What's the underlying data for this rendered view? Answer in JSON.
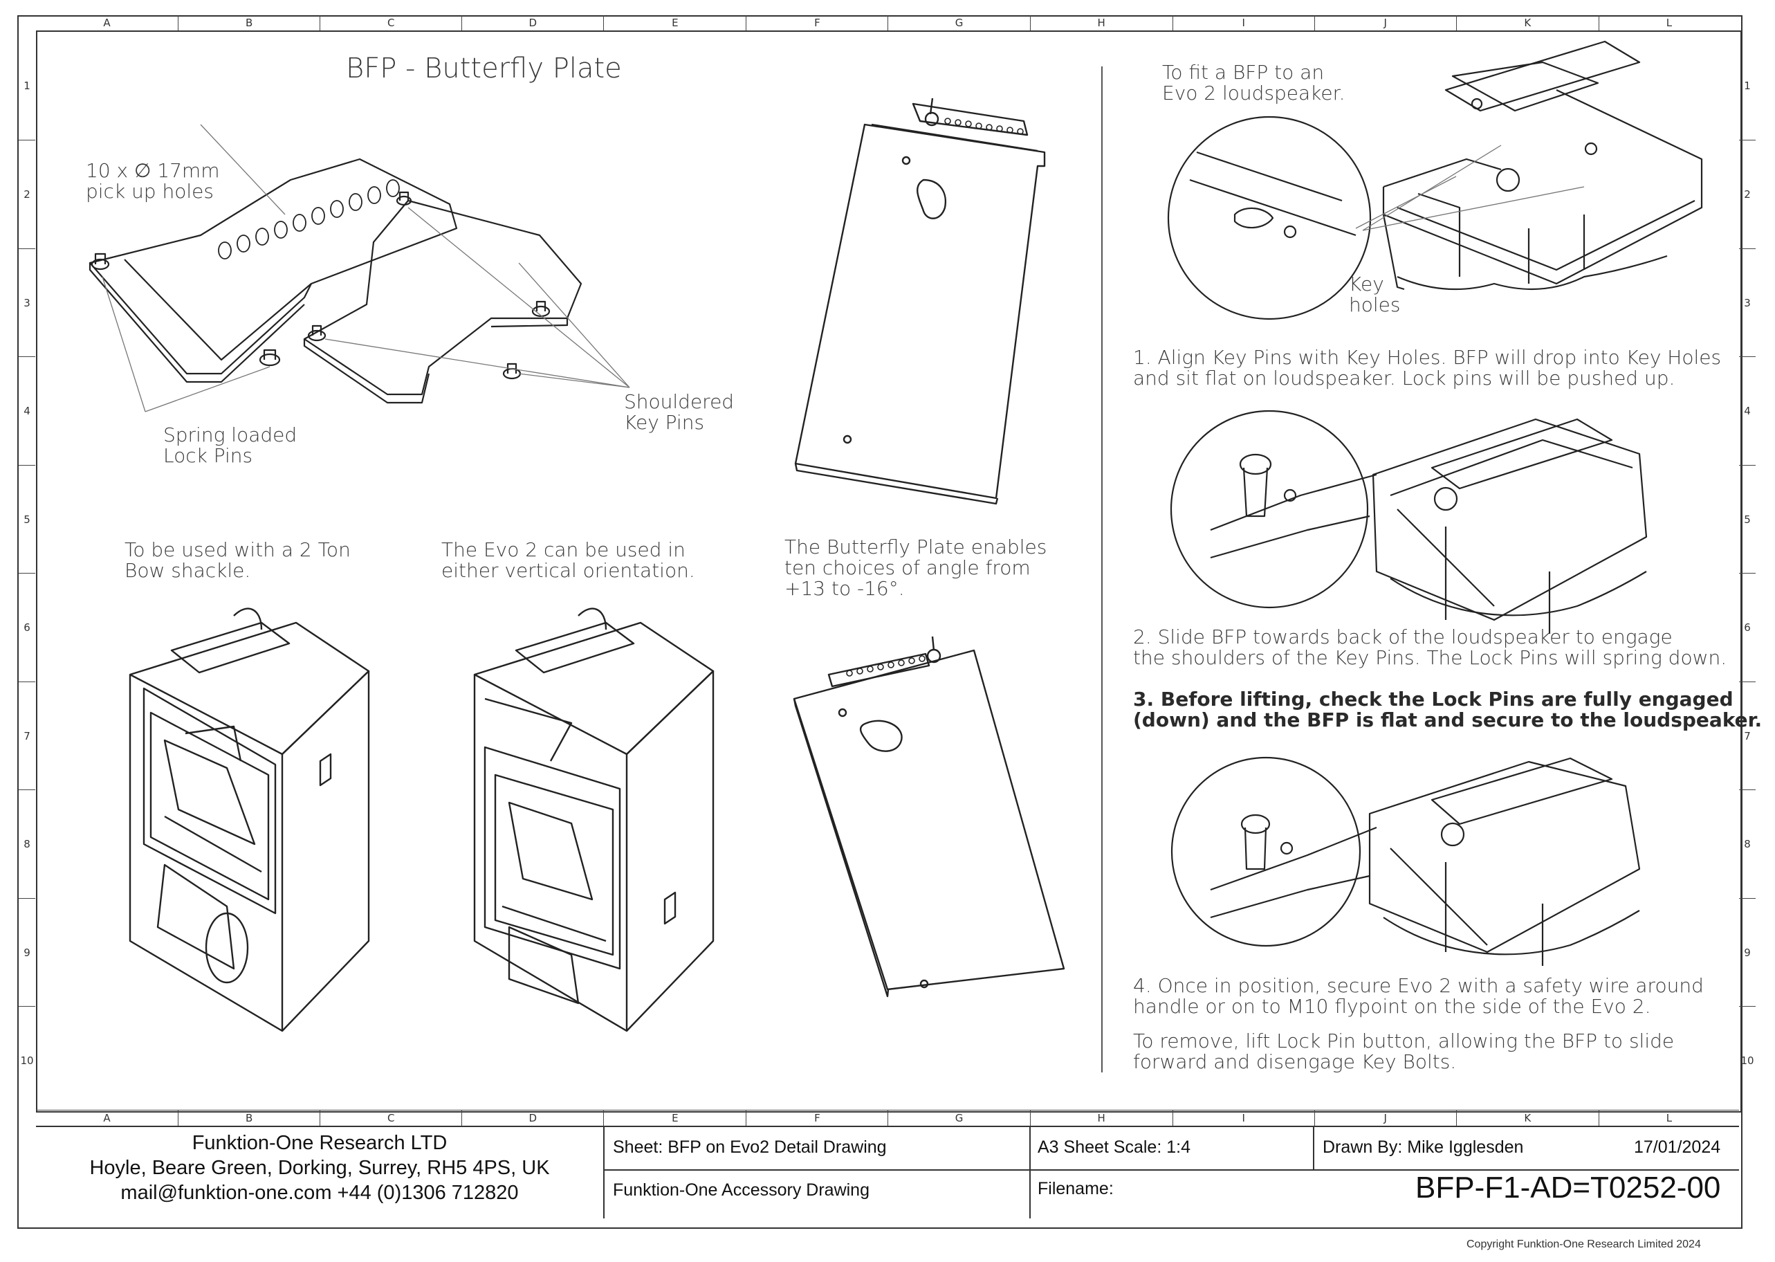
{
  "title": "BFP - Butterfly Plate",
  "grid": {
    "columns": [
      "A",
      "B",
      "C",
      "D",
      "E",
      "F",
      "G",
      "H",
      "I",
      "J",
      "K",
      "L"
    ],
    "rows": [
      "1",
      "2",
      "3",
      "4",
      "5",
      "6",
      "7",
      "8",
      "9",
      "10"
    ]
  },
  "callouts": {
    "holes": "10 x ∅ 17mm\npick up holes",
    "spring_pins": "Spring loaded\nLock Pins",
    "key_pins": "Shouldered\nKey Pins",
    "key_holes": "Key\nholes"
  },
  "captions": {
    "shackle": "To be used with a 2 Ton\nBow shackle.",
    "orientation": "The Evo 2 can be used in\neither vertical orientation.",
    "angles": "The Butterfly Plate enables\nten choices of angle from\n+13 to -16°.",
    "fit_intro": "To fit a BFP to an\nEvo 2 loudspeaker."
  },
  "steps": {
    "step1": "1. Align Key Pins with Key Holes. BFP will drop into Key Holes\nand sit flat on loudspeaker. Lock pins will be pushed up.",
    "step2": "2. Slide BFP towards back of the loudspeaker to engage\nthe shoulders of the Key Pins. The Lock Pins will spring down.",
    "step3": "3. Before lifting, check the Lock Pins are fully engaged\n(down) and the BFP is flat and secure to the loudspeaker.",
    "step4": "4. Once in position, secure Evo 2 with a safety wire around\nhandle or on to M10 flypoint on the side of the Evo 2.",
    "remove": "To remove, lift Lock Pin button, allowing the BFP to slide\nforward and disengage Key Bolts."
  },
  "title_block": {
    "company": "Funktion-One Research LTD",
    "address": "Hoyle, Beare Green, Dorking, Surrey, RH5 4PS, UK",
    "contact": "mail@funktion-one.com  +44 (0)1306 712820",
    "sheet": "Sheet: BFP on Evo2 Detail Drawing",
    "category": "Funktion-One Accessory Drawing",
    "scale": "A3 Sheet Scale: 1:4",
    "filename_label": "Filename:",
    "drawn_by": "Drawn By: Mike Igglesden",
    "date": "17/01/2024",
    "drawing_number": "BFP-F1-AD=T0252-00"
  },
  "copyright": "Copyright Funktion-One Research Limited 2024"
}
